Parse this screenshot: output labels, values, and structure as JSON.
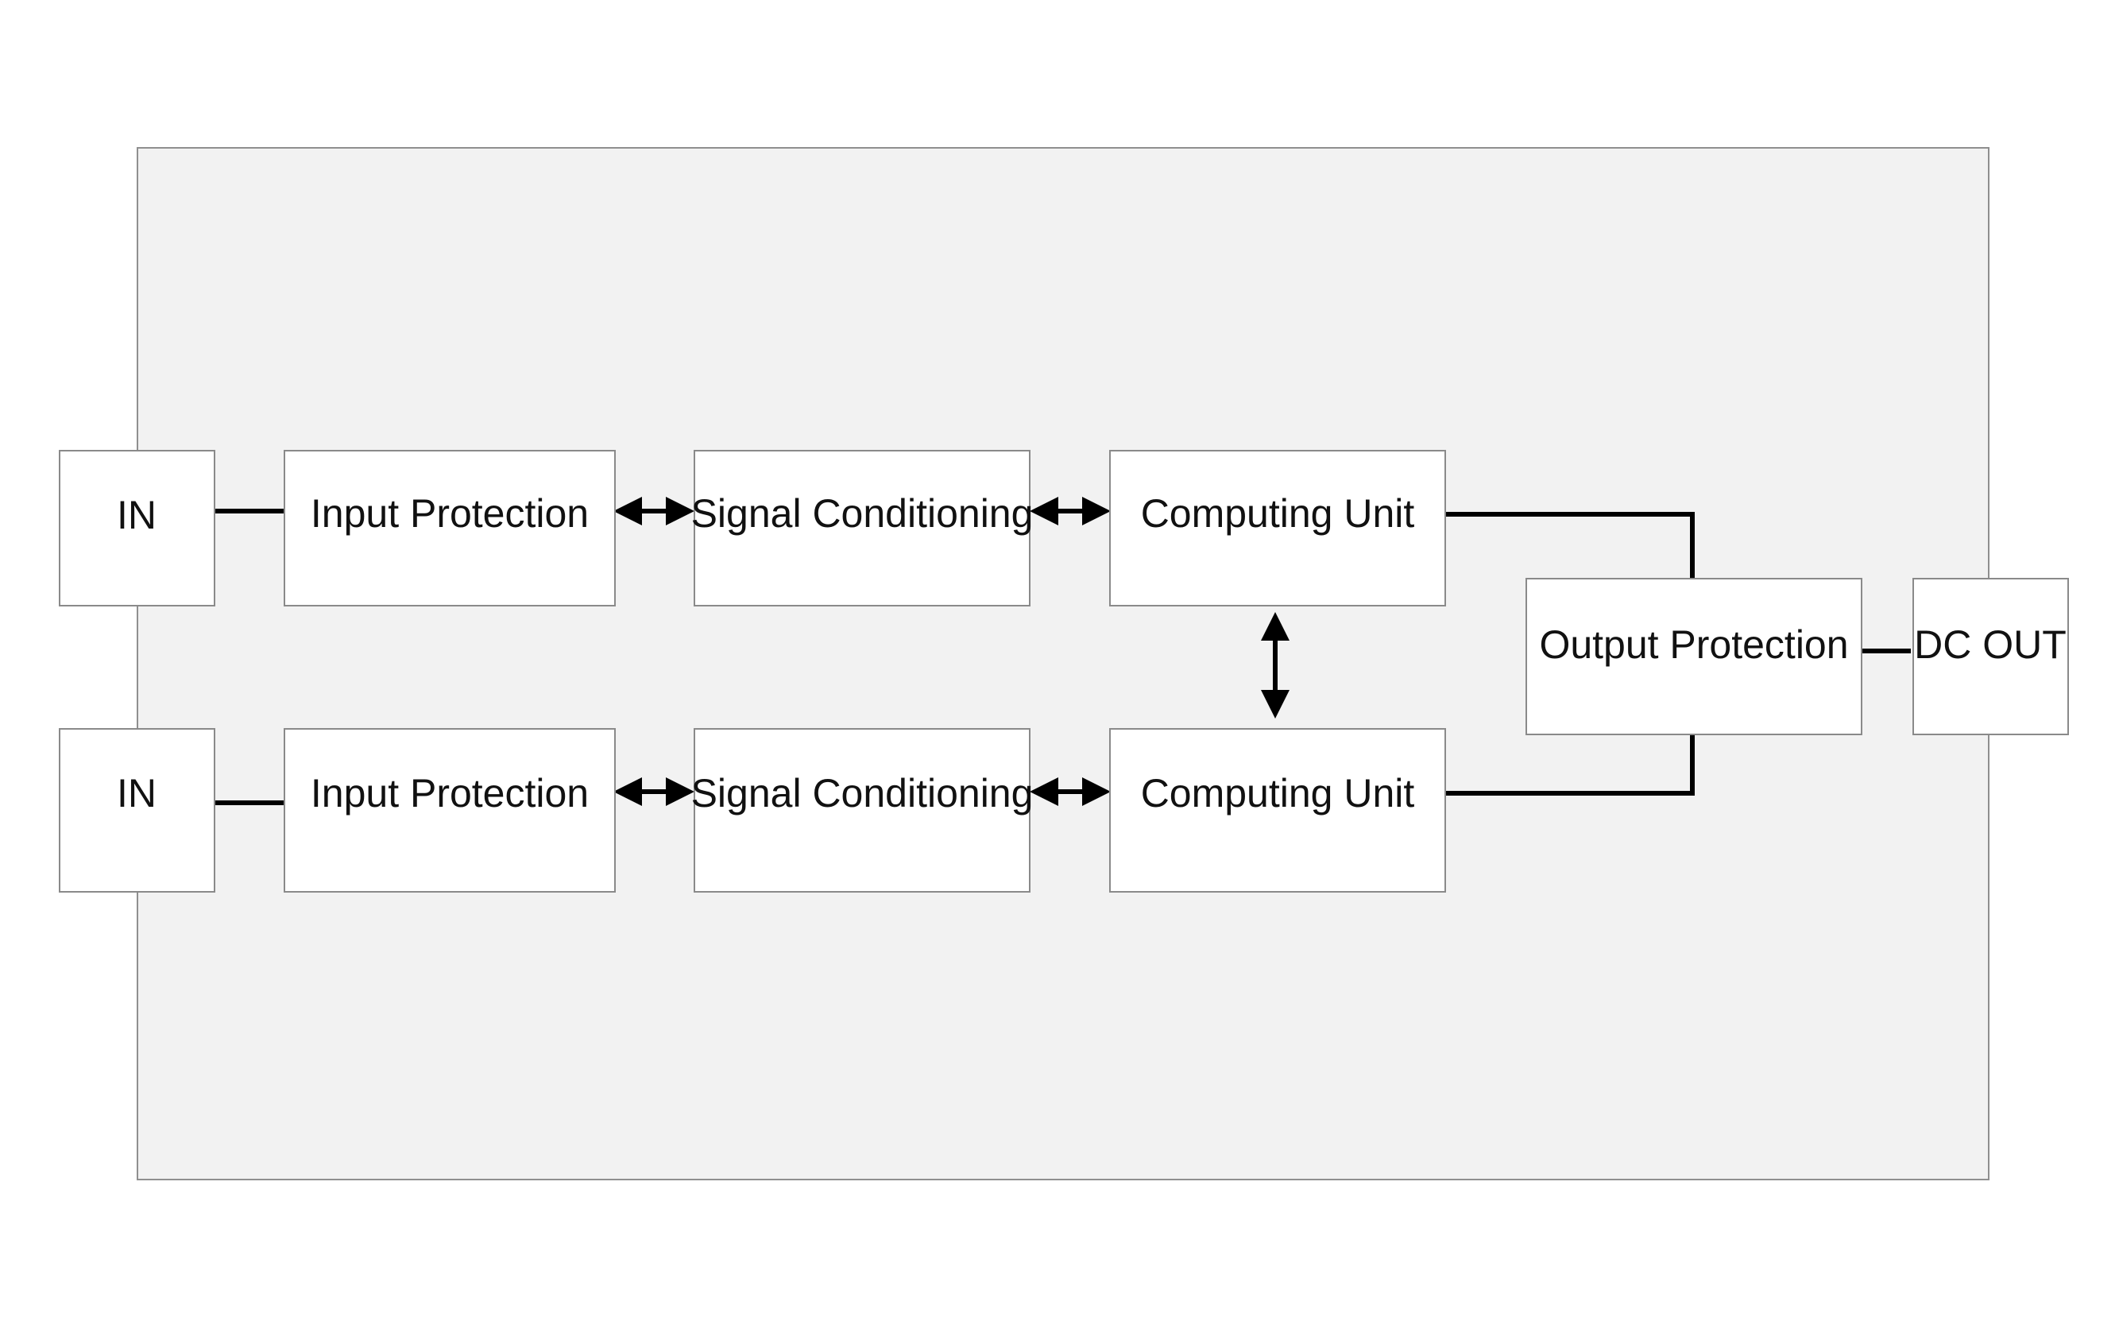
{
  "diagram": {
    "blocks": {
      "in_top": "IN",
      "in_bottom": "IN",
      "input_protection_top": "Input Protection",
      "input_protection_bottom": "Input Protection",
      "signal_conditioning_top": "Signal Conditioning",
      "signal_conditioning_bottom": "Signal Conditioning",
      "computing_unit_top": "Computing Unit",
      "computing_unit_bottom": "Computing Unit",
      "output_protection": "Output Protection",
      "dc_out": "DC OUT"
    },
    "colors": {
      "enclosure_fill": "#f2f2f2",
      "enclosure_stroke": "#8f8f8f",
      "block_fill": "#ffffff",
      "block_stroke": "#8a8a8a",
      "connector": "#000000"
    }
  }
}
